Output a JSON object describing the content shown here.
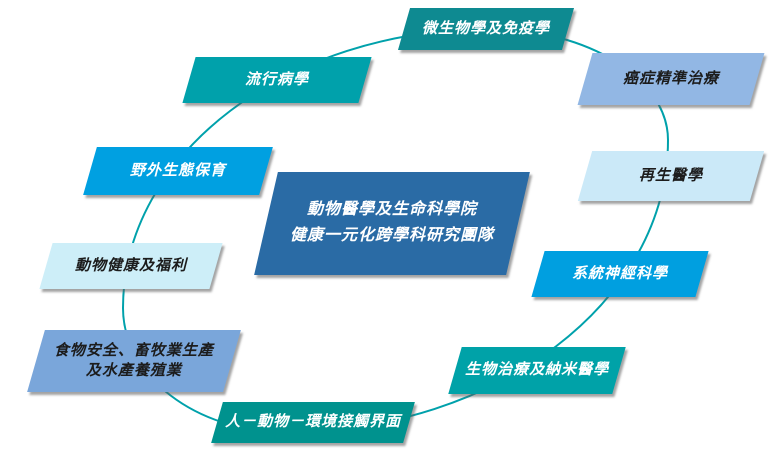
{
  "diagram": {
    "title": "動物醫學及生命科學院\n健康一元化跨學科研究團隊",
    "title_fill": "#2a6ba5",
    "title_text_color": "#ffffff",
    "ring_color": "#00a1ab",
    "nodes": [
      {
        "id": "microbiology-immunology",
        "label": "微生物學及免疫學",
        "fill": "#0e8a91",
        "text_color": "#ffffff"
      },
      {
        "id": "cancer-precision-therapy",
        "label": "癌症精準治療",
        "fill": "#92b7e4",
        "text_color": "#1c1c1c"
      },
      {
        "id": "regenerative-medicine",
        "label": "再生醫學",
        "fill": "#cbe9f8",
        "text_color": "#1c1c1c"
      },
      {
        "id": "systems-neuroscience",
        "label": "系統神經科學",
        "fill": "#009fe0",
        "text_color": "#ffffff"
      },
      {
        "id": "biotherapy-nanomedicine",
        "label": "生物治療及納米醫學",
        "fill": "#00a2a8",
        "text_color": "#ffffff"
      },
      {
        "id": "human-animal-environment-interface",
        "label": "人－動物－環境接觸界面",
        "fill": "#00928e",
        "text_color": "#ffffff"
      },
      {
        "id": "food-safety-livestock-aquaculture",
        "label": "食物安全、畜牧業生產\n及水產養殖業",
        "fill": "#7aa6da",
        "text_color": "#1c1c1c"
      },
      {
        "id": "animal-health-welfare",
        "label": "動物健康及福利",
        "fill": "#cdeef8",
        "text_color": "#1c1c1c"
      },
      {
        "id": "wildlife-ecology-conservation",
        "label": "野外生態保育",
        "fill": "#00a0e1",
        "text_color": "#ffffff"
      },
      {
        "id": "epidemiology",
        "label": "流行病學",
        "fill": "#00a1ab",
        "text_color": "#ffffff"
      }
    ]
  }
}
